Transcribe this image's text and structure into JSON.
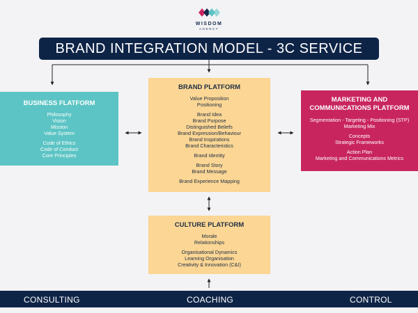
{
  "logo": {
    "name": "WISDOM",
    "sub": "AGENCY"
  },
  "title": "BRAND INTEGRATION MODEL - 3C SERVICE",
  "business": {
    "heading": "BUSINESS FLATFORM",
    "groups": [
      [
        "Philosophy",
        "Vision",
        "Mission",
        "Value System"
      ],
      [
        "Code of Ethics",
        "Code of Conduct",
        "Core Principles"
      ]
    ]
  },
  "brand": {
    "heading": "BRAND PLATFORM",
    "groups": [
      [
        "Value Proposition",
        "Positioning"
      ],
      [
        "Brand Idea",
        "Brand Purpose",
        "Distinguished Beliefs",
        "Brand Expression/Behaviour",
        "Brand Inspirations",
        "Brand Characteristics"
      ],
      [
        "Brand Identity"
      ],
      [
        "Brand Story",
        "Brand Message"
      ],
      [
        "Brand Experience Mapping"
      ]
    ]
  },
  "marketing": {
    "heading": [
      "MARKETING AND",
      "COMMUNICATIONS PLATFORM"
    ],
    "groups": [
      [
        "Segmentation - Targeting - Positioning (STP)",
        "Marketing Mix"
      ],
      [
        "Concepts",
        "Strategic Frameworks"
      ],
      [
        "Action Plan",
        "Marketing and Communications Metrics"
      ]
    ]
  },
  "culture": {
    "heading": "CULTURE PLATFORM",
    "groups": [
      [
        "Morale",
        "Relationships"
      ],
      [
        "Organisational Dynamics",
        "Learning Organisation",
        "Creativity & Innovation (C&I)"
      ]
    ]
  },
  "footer": {
    "left": "CONSULTING",
    "center": "COACHING",
    "right": "CONTROL"
  },
  "colors": {
    "navy": "#0e2447",
    "teal": "#5cc4c4",
    "amber": "#fbd694",
    "magenta": "#c8255e"
  }
}
